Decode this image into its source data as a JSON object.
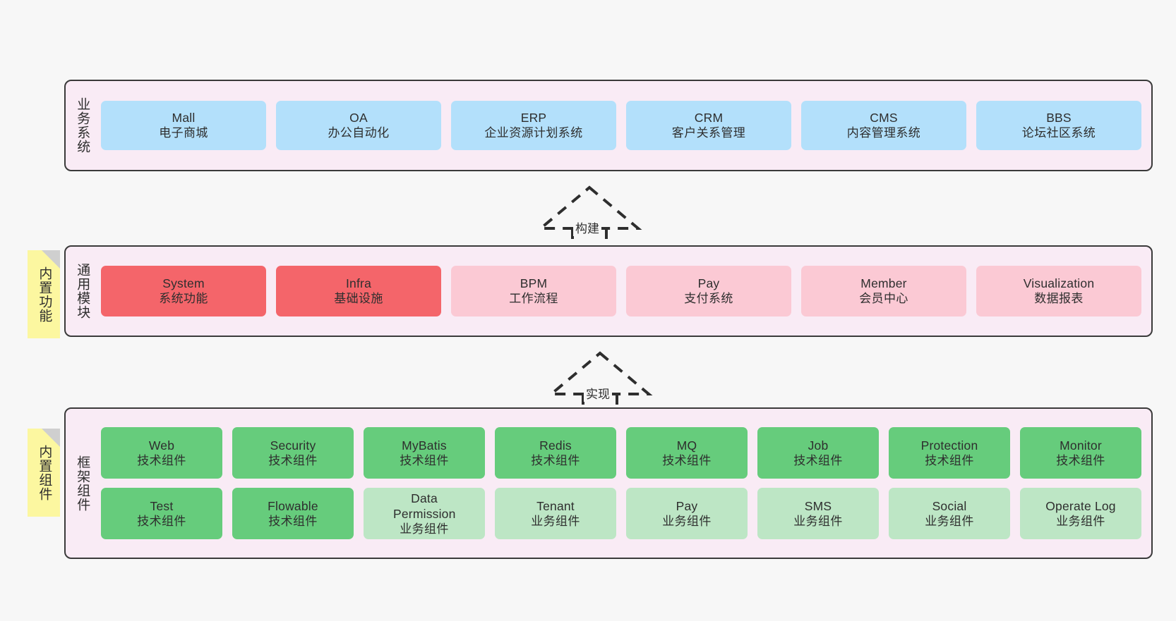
{
  "diagram": {
    "background_color": "#f7f7f7",
    "layers": [
      {
        "id": "business-system",
        "title": "业务系统",
        "panel_color": "#f9ebf5",
        "cards": [
          {
            "en": "Mall",
            "cn": "电子商城",
            "color": "#b3e0fb"
          },
          {
            "en": "OA",
            "cn": "办公自动化",
            "color": "#b3e0fb"
          },
          {
            "en": "ERP",
            "cn": "企业资源计划系统",
            "color": "#b3e0fb"
          },
          {
            "en": "CRM",
            "cn": "客户关系管理",
            "color": "#b3e0fb"
          },
          {
            "en": "CMS",
            "cn": "内容管理系统",
            "color": "#b3e0fb"
          },
          {
            "en": "BBS",
            "cn": "论坛社区系统",
            "color": "#b3e0fb"
          }
        ]
      },
      {
        "id": "common-module",
        "title": "通用模块",
        "panel_color": "#f9ebf5",
        "sticky": "内置功能",
        "sticky_color": "#fcf7a0",
        "cards": [
          {
            "en": "System",
            "cn": "系统功能",
            "color": "#f4656a"
          },
          {
            "en": "Infra",
            "cn": "基础设施",
            "color": "#f4656a"
          },
          {
            "en": "BPM",
            "cn": "工作流程",
            "color": "#fbc9d4"
          },
          {
            "en": "Pay",
            "cn": "支付系统",
            "color": "#fbc9d4"
          },
          {
            "en": "Member",
            "cn": "会员中心",
            "color": "#fbc9d4"
          },
          {
            "en": "Visualization",
            "cn": "数据报表",
            "color": "#fbc9d4"
          }
        ]
      },
      {
        "id": "framework-component",
        "title": "框架组件",
        "panel_color": "#f9ebf5",
        "sticky": "内置组件",
        "sticky_color": "#fcf7a0",
        "rows": [
          [
            {
              "en": "Web",
              "cn": "技术组件",
              "color": "#66cc7c"
            },
            {
              "en": "Security",
              "cn": "技术组件",
              "color": "#66cc7c"
            },
            {
              "en": "MyBatis",
              "cn": "技术组件",
              "color": "#66cc7c"
            },
            {
              "en": "Redis",
              "cn": "技术组件",
              "color": "#66cc7c"
            },
            {
              "en": "MQ",
              "cn": "技术组件",
              "color": "#66cc7c"
            },
            {
              "en": "Job",
              "cn": "技术组件",
              "color": "#66cc7c"
            },
            {
              "en": "Protection",
              "cn": "技术组件",
              "color": "#66cc7c"
            },
            {
              "en": "Monitor",
              "cn": "技术组件",
              "color": "#66cc7c"
            }
          ],
          [
            {
              "en": "Test",
              "cn": "技术组件",
              "color": "#66cc7c"
            },
            {
              "en": "Flowable",
              "cn": "技术组件",
              "color": "#66cc7c"
            },
            {
              "en": "Data Permission",
              "cn": "业务组件",
              "color": "#bde6c5"
            },
            {
              "en": "Tenant",
              "cn": "业务组件",
              "color": "#bde6c5"
            },
            {
              "en": "Pay",
              "cn": "业务组件",
              "color": "#bde6c5"
            },
            {
              "en": "SMS",
              "cn": "业务组件",
              "color": "#bde6c5"
            },
            {
              "en": "Social",
              "cn": "业务组件",
              "color": "#bde6c5"
            },
            {
              "en": "Operate Log",
              "cn": "业务组件",
              "color": "#bde6c5"
            }
          ]
        ]
      }
    ],
    "connectors": [
      {
        "id": "build",
        "label": "构建",
        "from": "common-module",
        "to": "business-system",
        "style": "dashed-generalization"
      },
      {
        "id": "implement",
        "label": "实现",
        "from": "framework-component",
        "to": "common-module",
        "style": "dashed-generalization"
      }
    ]
  }
}
